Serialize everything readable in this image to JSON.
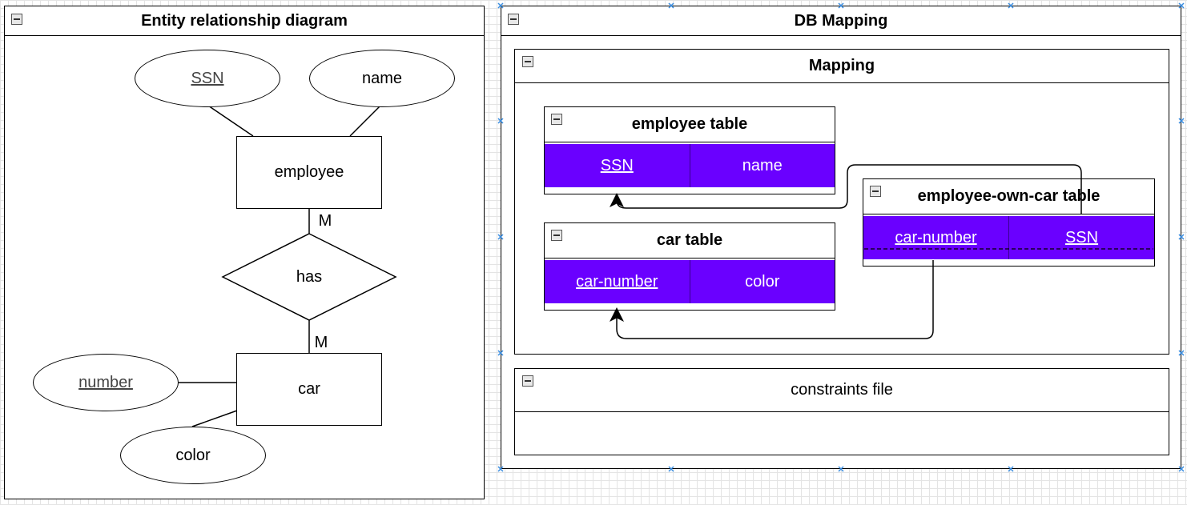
{
  "er": {
    "title": "Entity relationship diagram",
    "attr_ssn": "SSN",
    "attr_name": "name",
    "entity_employee": "employee",
    "cardinality_top": "M",
    "relationship": "has",
    "cardinality_bottom": "M",
    "attr_number": "number",
    "entity_car": "car",
    "attr_color": "color"
  },
  "db": {
    "title": "DB Mapping",
    "mapping": {
      "title": "Mapping",
      "employee_table": {
        "title": "employee table",
        "columns": [
          "SSN",
          "name"
        ]
      },
      "car_table": {
        "title": "car table",
        "columns": [
          "car-number",
          "color"
        ]
      },
      "own_table": {
        "title": "employee-own-car table",
        "columns": [
          "car-number",
          "SSN"
        ]
      }
    },
    "constraints": {
      "title": "constraints file"
    }
  },
  "colors": {
    "column_fill": "#6a00ff",
    "grid": "#e4e4e4",
    "selection_handle": "#3a8de0"
  }
}
